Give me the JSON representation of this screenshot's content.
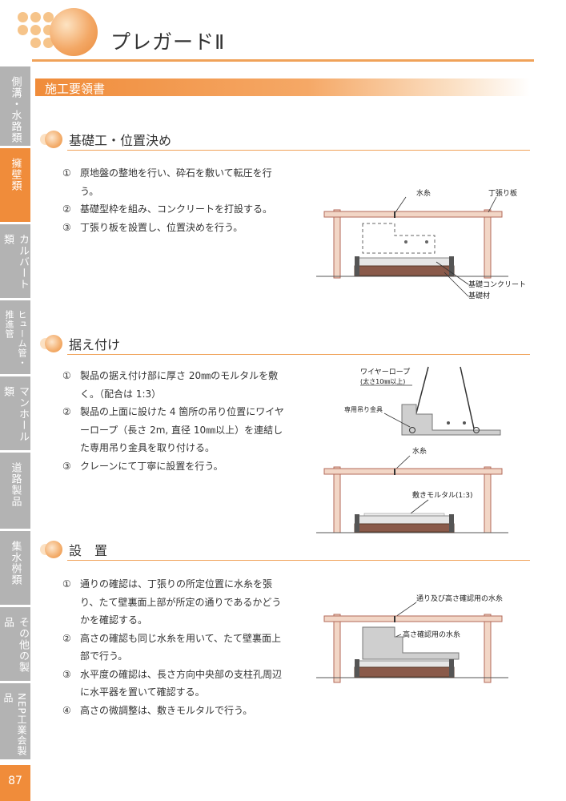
{
  "header": {
    "title": "プレガードⅡ"
  },
  "section_title": "施工要領書",
  "side_tabs": [
    {
      "label": "側溝・水路類",
      "active": false
    },
    {
      "label": "擁壁類",
      "active": true
    },
    {
      "label": "カルバート類",
      "active": false
    },
    {
      "label": "ヒューム管・推進管",
      "active": false
    },
    {
      "label": "マンホール類",
      "active": false
    },
    {
      "label": "道路製品",
      "active": false
    },
    {
      "label": "集水桝類",
      "active": false
    },
    {
      "label": "その他の製品",
      "active": false
    },
    {
      "label": "NEP工業会製品",
      "active": false
    }
  ],
  "page_number": "87",
  "sections": {
    "s1": {
      "heading": "基礎工・位置決め",
      "items": [
        {
          "num": "①",
          "text": "原地盤の整地を行い、砕石を敷いて転圧を行う。"
        },
        {
          "num": "②",
          "text": "基礎型枠を組み、コンクリートを打設する。"
        },
        {
          "num": "③",
          "text": "丁張り板を設置し、位置決めを行う。"
        }
      ],
      "fig": {
        "mizuito": "水糸",
        "chobari": "丁張り板",
        "kiso_con": "基礎コンクリート",
        "kisozai": "基礎材"
      }
    },
    "s2": {
      "heading": "据え付け",
      "items": [
        {
          "num": "①",
          "text": "製品の据え付け部に厚さ 20㎜のモルタルを敷く。（配合は 1:3）"
        },
        {
          "num": "②",
          "text": "製品の上面に設けた 4 箇所の吊り位置にワイヤーロープ（長さ 2m, 直径 10㎜以上）を連結した専用吊り金具を取り付ける。"
        },
        {
          "num": "③",
          "text": "クレーンにて丁寧に設置を行う。"
        }
      ],
      "fig": {
        "wire": "ワイヤーロープ",
        "wire_sub": "(太さ10㎜以上)",
        "kanagu": "専用吊り金具",
        "mizuito": "水糸",
        "mortar": "敷きモルタル(1:3)"
      }
    },
    "s3": {
      "heading": "設　置",
      "items": [
        {
          "num": "①",
          "text": "通りの確認は、丁張りの所定位置に水糸を張り、たて壁裏面上部が所定の通りであるかどうかを確認する。"
        },
        {
          "num": "②",
          "text": "高さの確認も同じ水糸を用いて、たて壁裏面上部で行う。"
        },
        {
          "num": "③",
          "text": "水平度の確認は、長さ方向中央部の支柱孔周辺に水平器を置いて確認する。"
        },
        {
          "num": "④",
          "text": "高さの微調整は、敷きモルタルで行う。"
        }
      ],
      "fig": {
        "label1": "通り及び高さ確認用の水糸",
        "label2": "高さ確認用の水糸"
      }
    }
  }
}
